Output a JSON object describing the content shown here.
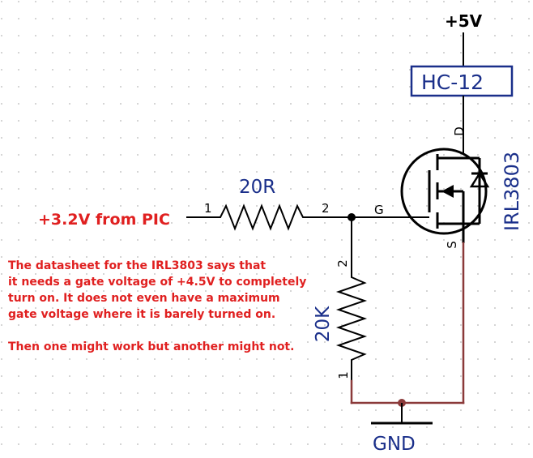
{
  "supply": {
    "label": "+5V"
  },
  "load": {
    "label": "HC-12"
  },
  "mosfet": {
    "part": "IRL3803",
    "drain": "D",
    "gate": "G",
    "source": "S"
  },
  "resistor_series": {
    "value": "20R",
    "pin1": "1",
    "pin2": "2"
  },
  "resistor_pulldown": {
    "value": "20K",
    "pin1": "1",
    "pin2": "2"
  },
  "input": {
    "label": "+3.2V from PIC"
  },
  "ground": {
    "label": "GND"
  },
  "note": {
    "line1": "The datasheet for the IRL3803 says that",
    "line2": "it needs a gate voltage of +4.5V to completely",
    "line3": "turn on. It does not even have a maximum",
    "line4": "gate voltage where it is barely turned on.",
    "line5": "Then one might work but another might not."
  },
  "colors": {
    "wire": "#8b3a3a",
    "component_label": "#1a2f8a",
    "annotation": "#e02020"
  }
}
